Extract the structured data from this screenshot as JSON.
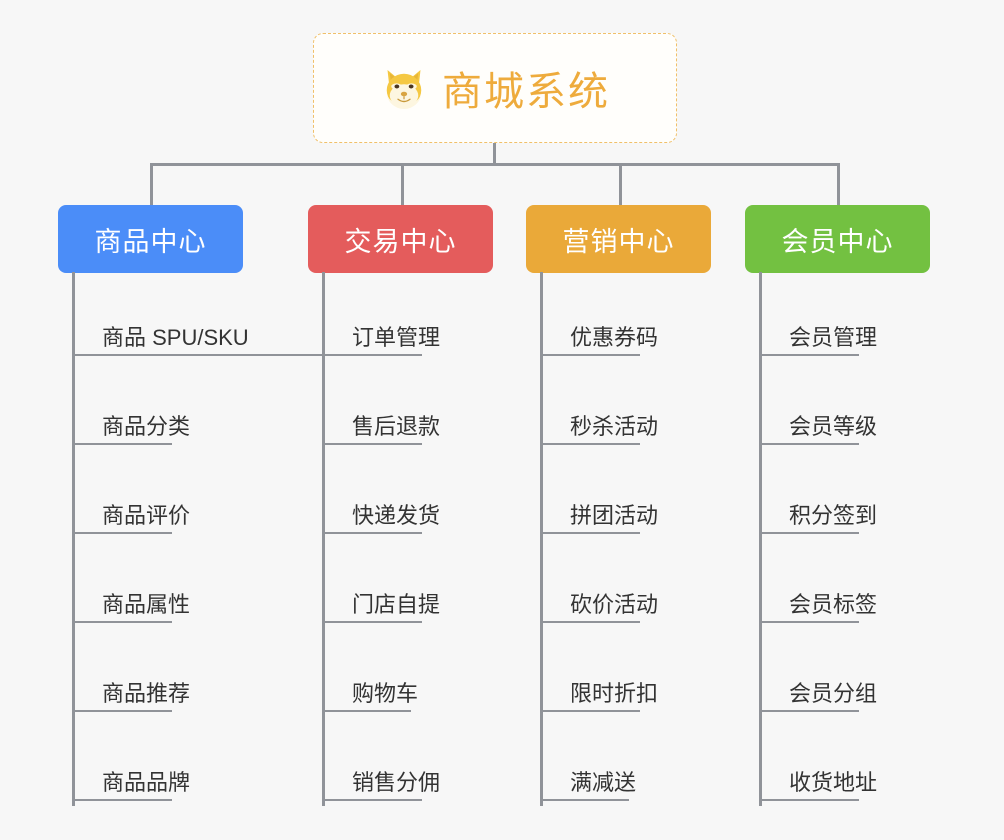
{
  "diagram": {
    "type": "mindmap-tree",
    "background_color": "#f7f7f7",
    "connector_color": "#909399",
    "root": {
      "title": "商城系统",
      "icon": "shiba-dog-face-icon",
      "emoji": "🐕",
      "text_color": "#eeab3c",
      "border_color": "#f0c06a"
    },
    "branches": [
      {
        "label": "商品中心",
        "color": "#4b8df8",
        "items": [
          "商品 SPU/SKU",
          "商品分类",
          "商品评价",
          "商品属性",
          "商品推荐",
          "商品品牌"
        ]
      },
      {
        "label": "交易中心",
        "color": "#e45c5c",
        "items": [
          "订单管理",
          "售后退款",
          "快递发货",
          "门店自提",
          "购物车",
          "销售分佣"
        ]
      },
      {
        "label": "营销中心",
        "color": "#eaa939",
        "items": [
          "优惠券码",
          "秒杀活动",
          "拼团活动",
          "砍价活动",
          "限时折扣",
          "满减送"
        ]
      },
      {
        "label": "会员中心",
        "color": "#73c141",
        "items": [
          "会员管理",
          "会员等级",
          "积分签到",
          "会员标签",
          "会员分组",
          "收货地址"
        ]
      }
    ]
  }
}
